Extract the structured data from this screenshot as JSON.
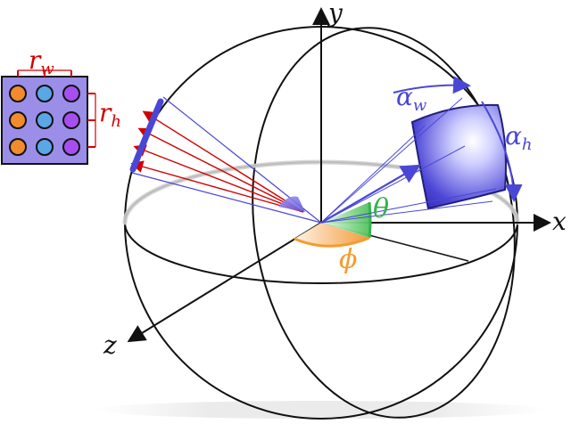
{
  "axes": {
    "x": "x",
    "y": "y",
    "z": "z"
  },
  "angles": {
    "theta": "θ",
    "phi": "ϕ"
  },
  "resolution": {
    "r_w_base": "r",
    "r_w_sub": "w",
    "r_h_base": "r",
    "r_h_sub": "h"
  },
  "patch": {
    "alpha_w_base": "α",
    "alpha_w_sub": "w",
    "alpha_h_base": "α",
    "alpha_h_sub": "h"
  },
  "grid": {
    "rows": 3,
    "cols": 3,
    "colors": [
      [
        "#f28a2e",
        "#5aa6e6",
        "#a74ef1"
      ],
      [
        "#f28a2e",
        "#5aa6e6",
        "#a74ef1"
      ],
      [
        "#f28a2e",
        "#5aa6e6",
        "#a74ef1"
      ]
    ],
    "background": "#9a8ee8"
  },
  "colors": {
    "red": "#d00000",
    "blue": "#4a47d6",
    "green": "#37b24d",
    "orange": "#f59b2c",
    "black": "#111111"
  }
}
